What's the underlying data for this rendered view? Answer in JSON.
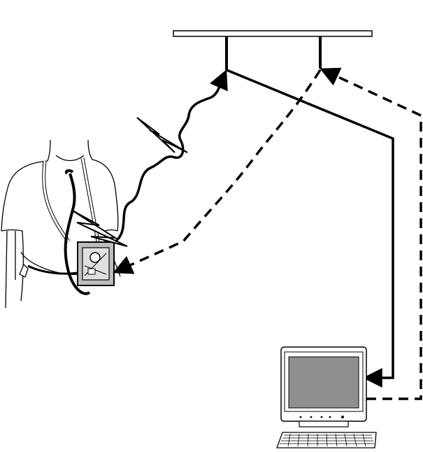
{
  "diagram": {
    "nodes": [
      "patient-with-transmitter",
      "ceiling-antenna-array",
      "monitoring-computer"
    ],
    "links": [
      {
        "from": "patient-with-transmitter",
        "to": "ceiling-antenna-array",
        "style": "solid",
        "kind": "wireless"
      },
      {
        "from": "ceiling-antenna-array",
        "to": "monitoring-computer",
        "style": "solid",
        "kind": "wired"
      },
      {
        "from": "monitoring-computer",
        "to": "ceiling-antenna-array",
        "style": "dashed",
        "kind": "wired"
      },
      {
        "from": "ceiling-antenna-array",
        "to": "patient-with-transmitter",
        "style": "dashed",
        "kind": "wireless"
      }
    ],
    "colors": {
      "stroke": "#000000",
      "background": "#ffffff",
      "screen": "#8f8f8f"
    }
  }
}
